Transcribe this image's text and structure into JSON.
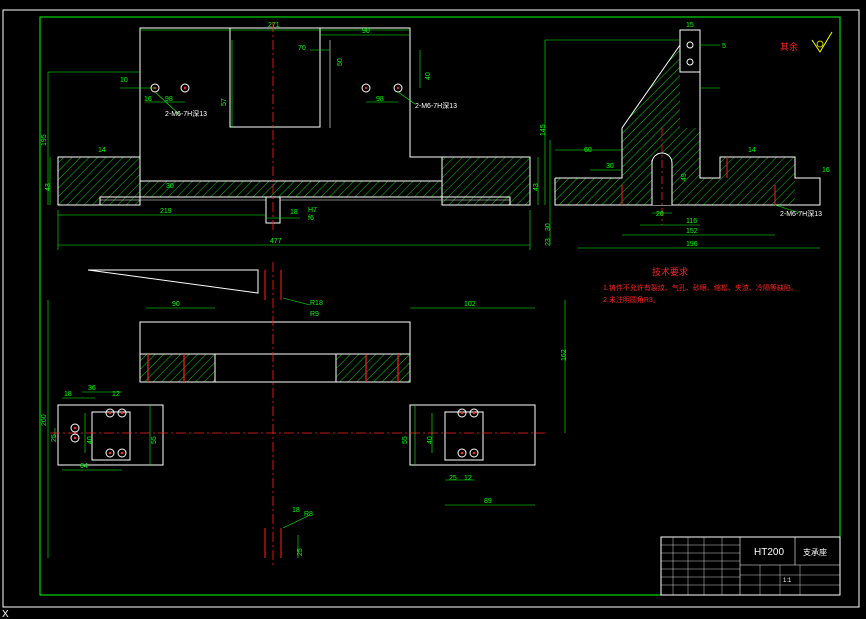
{
  "drawing": {
    "material": "HT200",
    "roughness_label": "其余",
    "technical_requirements": {
      "title": "技术要求",
      "items": [
        "1.铸件不允许有裂纹、气孔、砂眼、缩松、夹渣、冷隔等缺陷。",
        "2.未注明圆角R3。"
      ]
    },
    "front_view": {
      "dims": {
        "overall_width": "477",
        "top_width": "271",
        "left_offset": "219",
        "bolt_slot": "18",
        "fit": "H7",
        "fit_sub": "f6",
        "left_height": "195",
        "step_height": "57",
        "base_height": "43",
        "pocket_width": "90",
        "pocket_offset": "70",
        "pocket_depth": "50",
        "hole_spacing": "98",
        "hole_pitch": "40",
        "r16": "16",
        "small_10": "10",
        "hole_callout_left": "2-M6-7H深13",
        "hole_callout_right": "2-M6-7H深13"
      }
    },
    "side_view": {
      "dims": {
        "total_width": "196",
        "base_width": "152",
        "inner_width": "116",
        "slot": "20",
        "offset_30": "30",
        "offset_60": "60",
        "height_145": "145",
        "height_49": "49",
        "thickness_23": "23",
        "thickness_30": "30",
        "top_15": "15",
        "v_5": "5",
        "small_14": "14",
        "small_16": "16",
        "hole_callout": "2-M6-7H深13"
      }
    },
    "top_view": {
      "dims": {
        "overall_height": "260",
        "offset_162": "162",
        "span_102": "102",
        "span_90": "90",
        "r18": "R18",
        "r19": "R9",
        "left_36": "36",
        "left_18": "18",
        "left_12": "12",
        "left_64": "64",
        "left_40": "40",
        "left_25": "25",
        "center_55_left": "55",
        "center_55_right": "55",
        "right_40": "40",
        "right_25": "25",
        "right_12": "12",
        "right_89": "89",
        "bottom_18": "18",
        "bottom_r8": "R8",
        "bottom_25": "25"
      }
    },
    "title_block": {
      "part_name": "支承座",
      "scale": "1:1"
    }
  }
}
